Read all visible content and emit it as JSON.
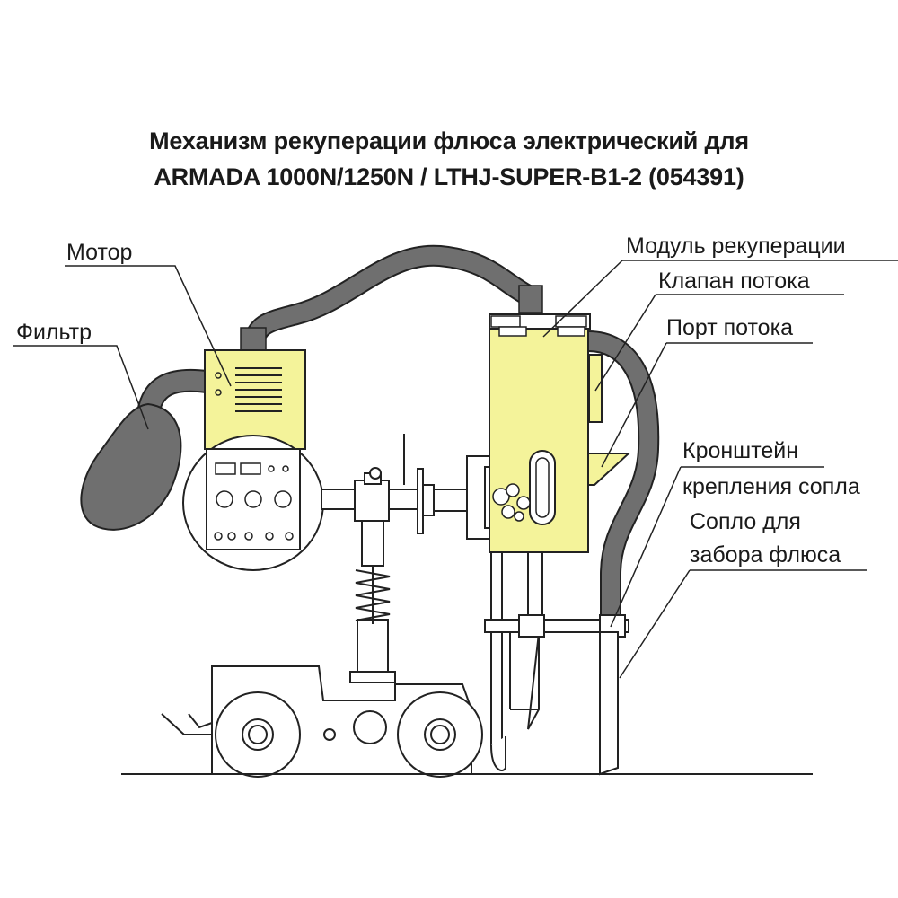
{
  "title": {
    "line1": "Механизм рекуперации флюса электрический для",
    "line2": "ARMADA 1000N/1250N / LTHJ-SUPER-B1-2  (054391)"
  },
  "labels": {
    "motor": "Мотор",
    "filter": "Фильтр",
    "recovery_module": "Модуль рекуперации",
    "flow_valve": "Клапан потока",
    "flow_port": "Порт потока",
    "bracket_line1": "Кронштейн",
    "bracket_line2": "крепления сопла",
    "nozzle_line1": "Сопло для",
    "nozzle_line2": "забора флюса"
  },
  "colors": {
    "yellow_body": "#f4f39a",
    "hose_gray": "#6f6f6f",
    "outline": "#222222"
  }
}
